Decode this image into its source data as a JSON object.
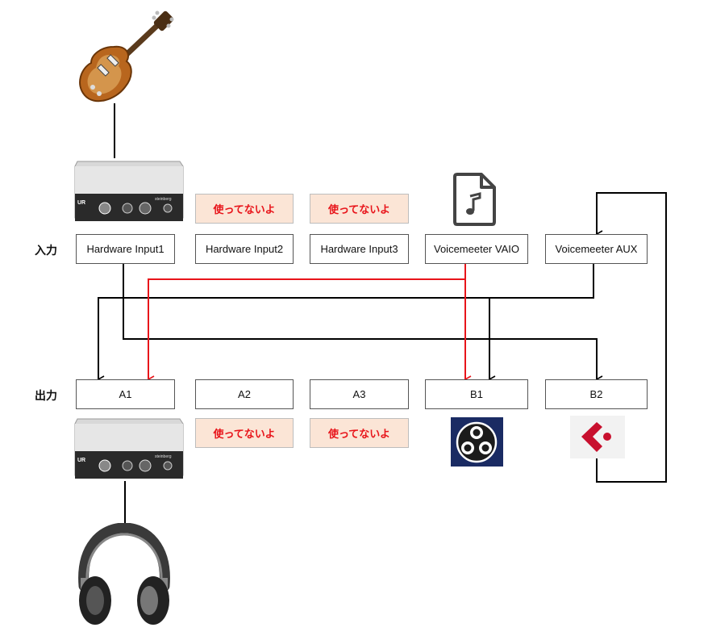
{
  "labels": {
    "input": "入力",
    "output": "出力"
  },
  "inputs": [
    "Hardware Input1",
    "Hardware Input2",
    "Hardware Input3",
    "Voicemeeter VAIO",
    "Voicemeeter AUX"
  ],
  "outputs": [
    "A1",
    "A2",
    "A3",
    "B1",
    "B2"
  ],
  "unused_text": "使ってないよ",
  "icons": {
    "guitar": "guitar-icon",
    "interface": "audio-interface-icon",
    "music_file": "music-file-icon",
    "headphones": "headphones-icon",
    "obs": "obs-logo-icon",
    "cubase": "cubase-logo-icon"
  },
  "colors": {
    "unused_bg": "#fbe5d6",
    "unused_text": "#e8141a",
    "route_red": "#e8141a",
    "route_black": "#000000"
  }
}
